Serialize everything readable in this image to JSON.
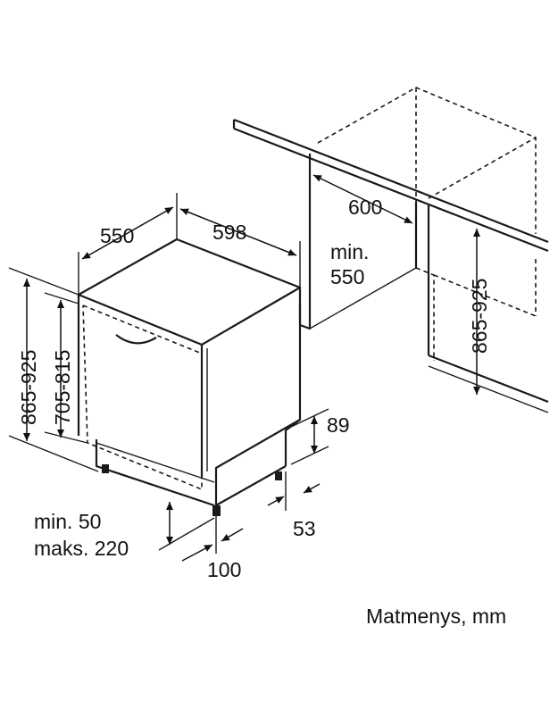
{
  "labels": {
    "depth_550": "550",
    "width_598": "598",
    "niche_width_600": "600",
    "niche_min_depth_line1": "min.",
    "niche_min_depth_line2": "550",
    "niche_height_right": "865-925",
    "height_left": "865-925",
    "height_inner": "705-815",
    "plinth_89": "89",
    "plinth_53": "53",
    "foot_min": "min. 50",
    "foot_max": "maks. 220",
    "foot_100": "100",
    "units_caption": "Matmenys, mm"
  }
}
